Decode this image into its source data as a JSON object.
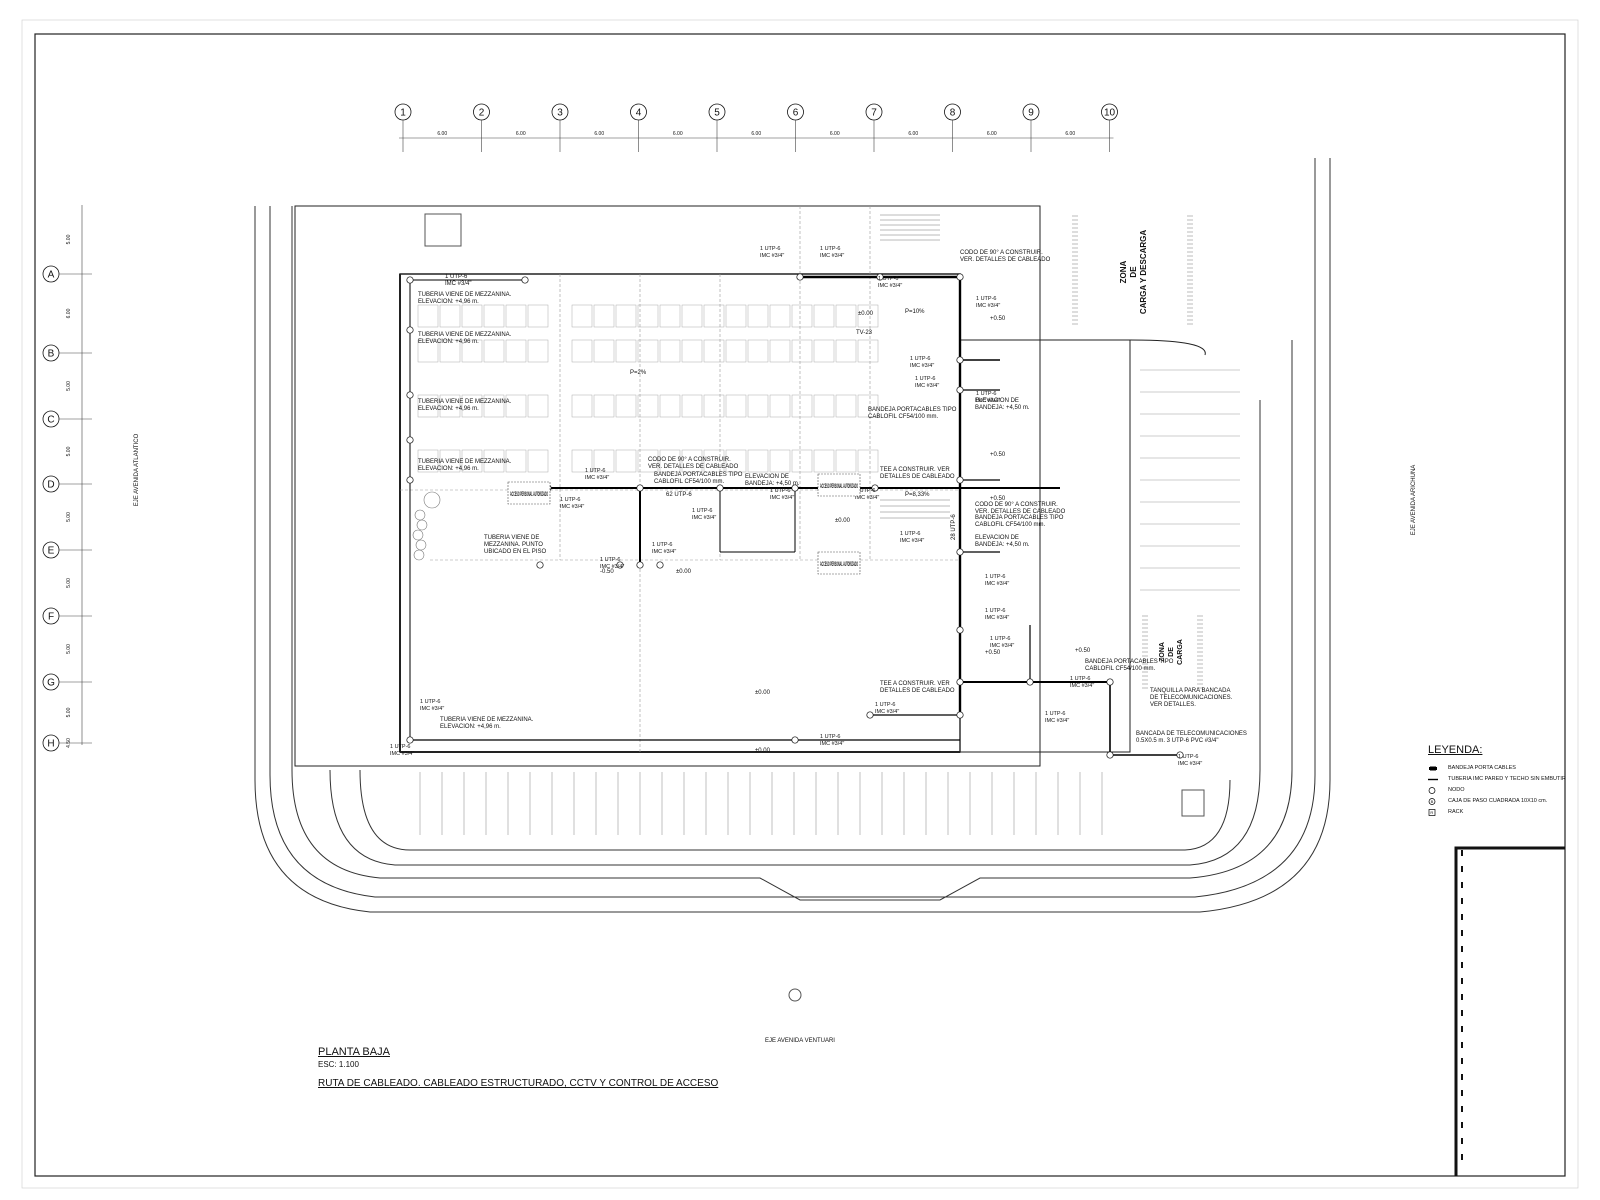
{
  "grid": {
    "columns": [
      "1",
      "2",
      "3",
      "4",
      "5",
      "6",
      "7",
      "8",
      "9",
      "10"
    ],
    "column_spacing": [
      "6.00",
      "6.00",
      "6.00",
      "6.00",
      "6.00",
      "6.00",
      "6.00",
      "6.00",
      "6.00"
    ],
    "rows": [
      "A",
      "B",
      "C",
      "D",
      "E",
      "F",
      "G",
      "H"
    ],
    "row_spacing": [
      "5.00",
      "6.00",
      "5.00",
      "5.00",
      "5.00",
      "5.00",
      "5.00",
      "5.00",
      "4.50"
    ]
  },
  "streets": {
    "left": "EJE AVENIDA ATLANTICO",
    "right": "EJE AVENIDA ARICHUNA",
    "bottom": "EJE AVENIDA VENTUARI"
  },
  "zones": {
    "loading": [
      "ZONA",
      "DE",
      "CARGA Y DESCARGA"
    ],
    "loading_small": [
      "ZONA",
      "DE",
      "CARGA"
    ]
  },
  "annotations": {
    "utp_label": "1 UTP-6",
    "imc_label": "IMC #3/4\"",
    "mezz_tube": "TUBERIA VIENE DE MEZZANINA.",
    "elev_496": "ELEVACION: +4,96 m.",
    "codo": "CODO DE 90° A CONSTRUIR.",
    "codo2": "VER. DETALLES DE CABLEADO",
    "bandeja": "BANDEJA PORTACABLES TIPO",
    "cablofil": "CABLOFIL CF54/100 mm.",
    "elev_bandeja": "ELEVACION DE",
    "elev_bandeja2": "BANDEJA: +4,50 m.",
    "tee": "TEE A CONSTRUIR. VER",
    "tee2": "DETALLES DE CABLEADO",
    "slope2": "P=2%",
    "slope10": "P=10%",
    "slope833": "P=8,33%",
    "tv": "TV-23",
    "lvl000": "±0.00",
    "lvl050": "+0.50",
    "lvlm050": "-0.50",
    "acceso": "ACCESO PERSONAL AUTORIZADO",
    "tanquilla": "TANQUILLA PARA BANCADA",
    "tanquilla2": "DE TELECOMUNICACIONES.",
    "tanquilla3": "VER DETALLES.",
    "bancada": "BANCADA DE TELECOMUNICACIONES",
    "bancada2": "0.5X0.5 m. 3 UTP-6 PVC #3/4\"",
    "mezz_floor": "TUBERIA VIENE DE",
    "mezz_floor2": "MEZZANINA. PUNTO",
    "mezz_floor3": "UBICADO EN EL PISO",
    "utp62": "62 UTP-6",
    "utp28": "28 UTP-6"
  },
  "title_block": {
    "title": "PLANTA BAJA",
    "scale": "ESC: 1.100",
    "subtitle": "RUTA DE CABLEADO. CABLEADO ESTRUCTURADO, CCTV Y CONTROL DE ACCESO"
  },
  "legend": {
    "title": "LEYENDA:",
    "items": [
      {
        "symbol": "tray-icon",
        "label": "BANDEJA PORTA CABLES"
      },
      {
        "symbol": "line-icon",
        "label": "TUBERIA IMC PARED Y TECHO SIN EMBUTIR"
      },
      {
        "symbol": "node-icon",
        "label": "NODO"
      },
      {
        "symbol": "box-icon",
        "label": "CAJA DE PASO CUADRADA 10X10 cm."
      },
      {
        "symbol": "rack-icon",
        "label": "RACK"
      }
    ]
  }
}
